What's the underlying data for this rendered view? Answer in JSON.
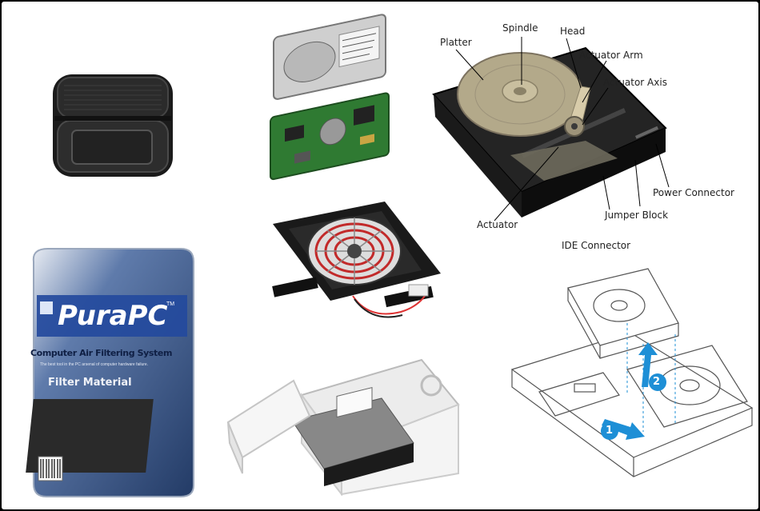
{
  "diagram": {
    "labels": {
      "platter": "Platter",
      "spindle": "Spindle",
      "head": "Head",
      "actuator_arm": "Actuator Arm",
      "actuator_axis": "Actuator Axis",
      "power_connector": "Power Connector",
      "jumper_block": "Jumper Block",
      "actuator": "Actuator",
      "ide_connector": "IDE Connector"
    }
  },
  "package": {
    "brand": "PuraPC",
    "trademark": "TM",
    "subtitle": "Computer Air Filtering System",
    "fine_print": "The best tool in the PC arsenal of computer hardware failure.",
    "filter_label": "Filter Material"
  },
  "install_steps": {
    "step1": "1",
    "step2": "2"
  },
  "colors": {
    "step_blue": "#1e8fd6",
    "platter": "#b3a98a",
    "pcb_green": "#2f7a32",
    "fan_red": "#c22a2a",
    "package_blue": "#2c4e86"
  }
}
